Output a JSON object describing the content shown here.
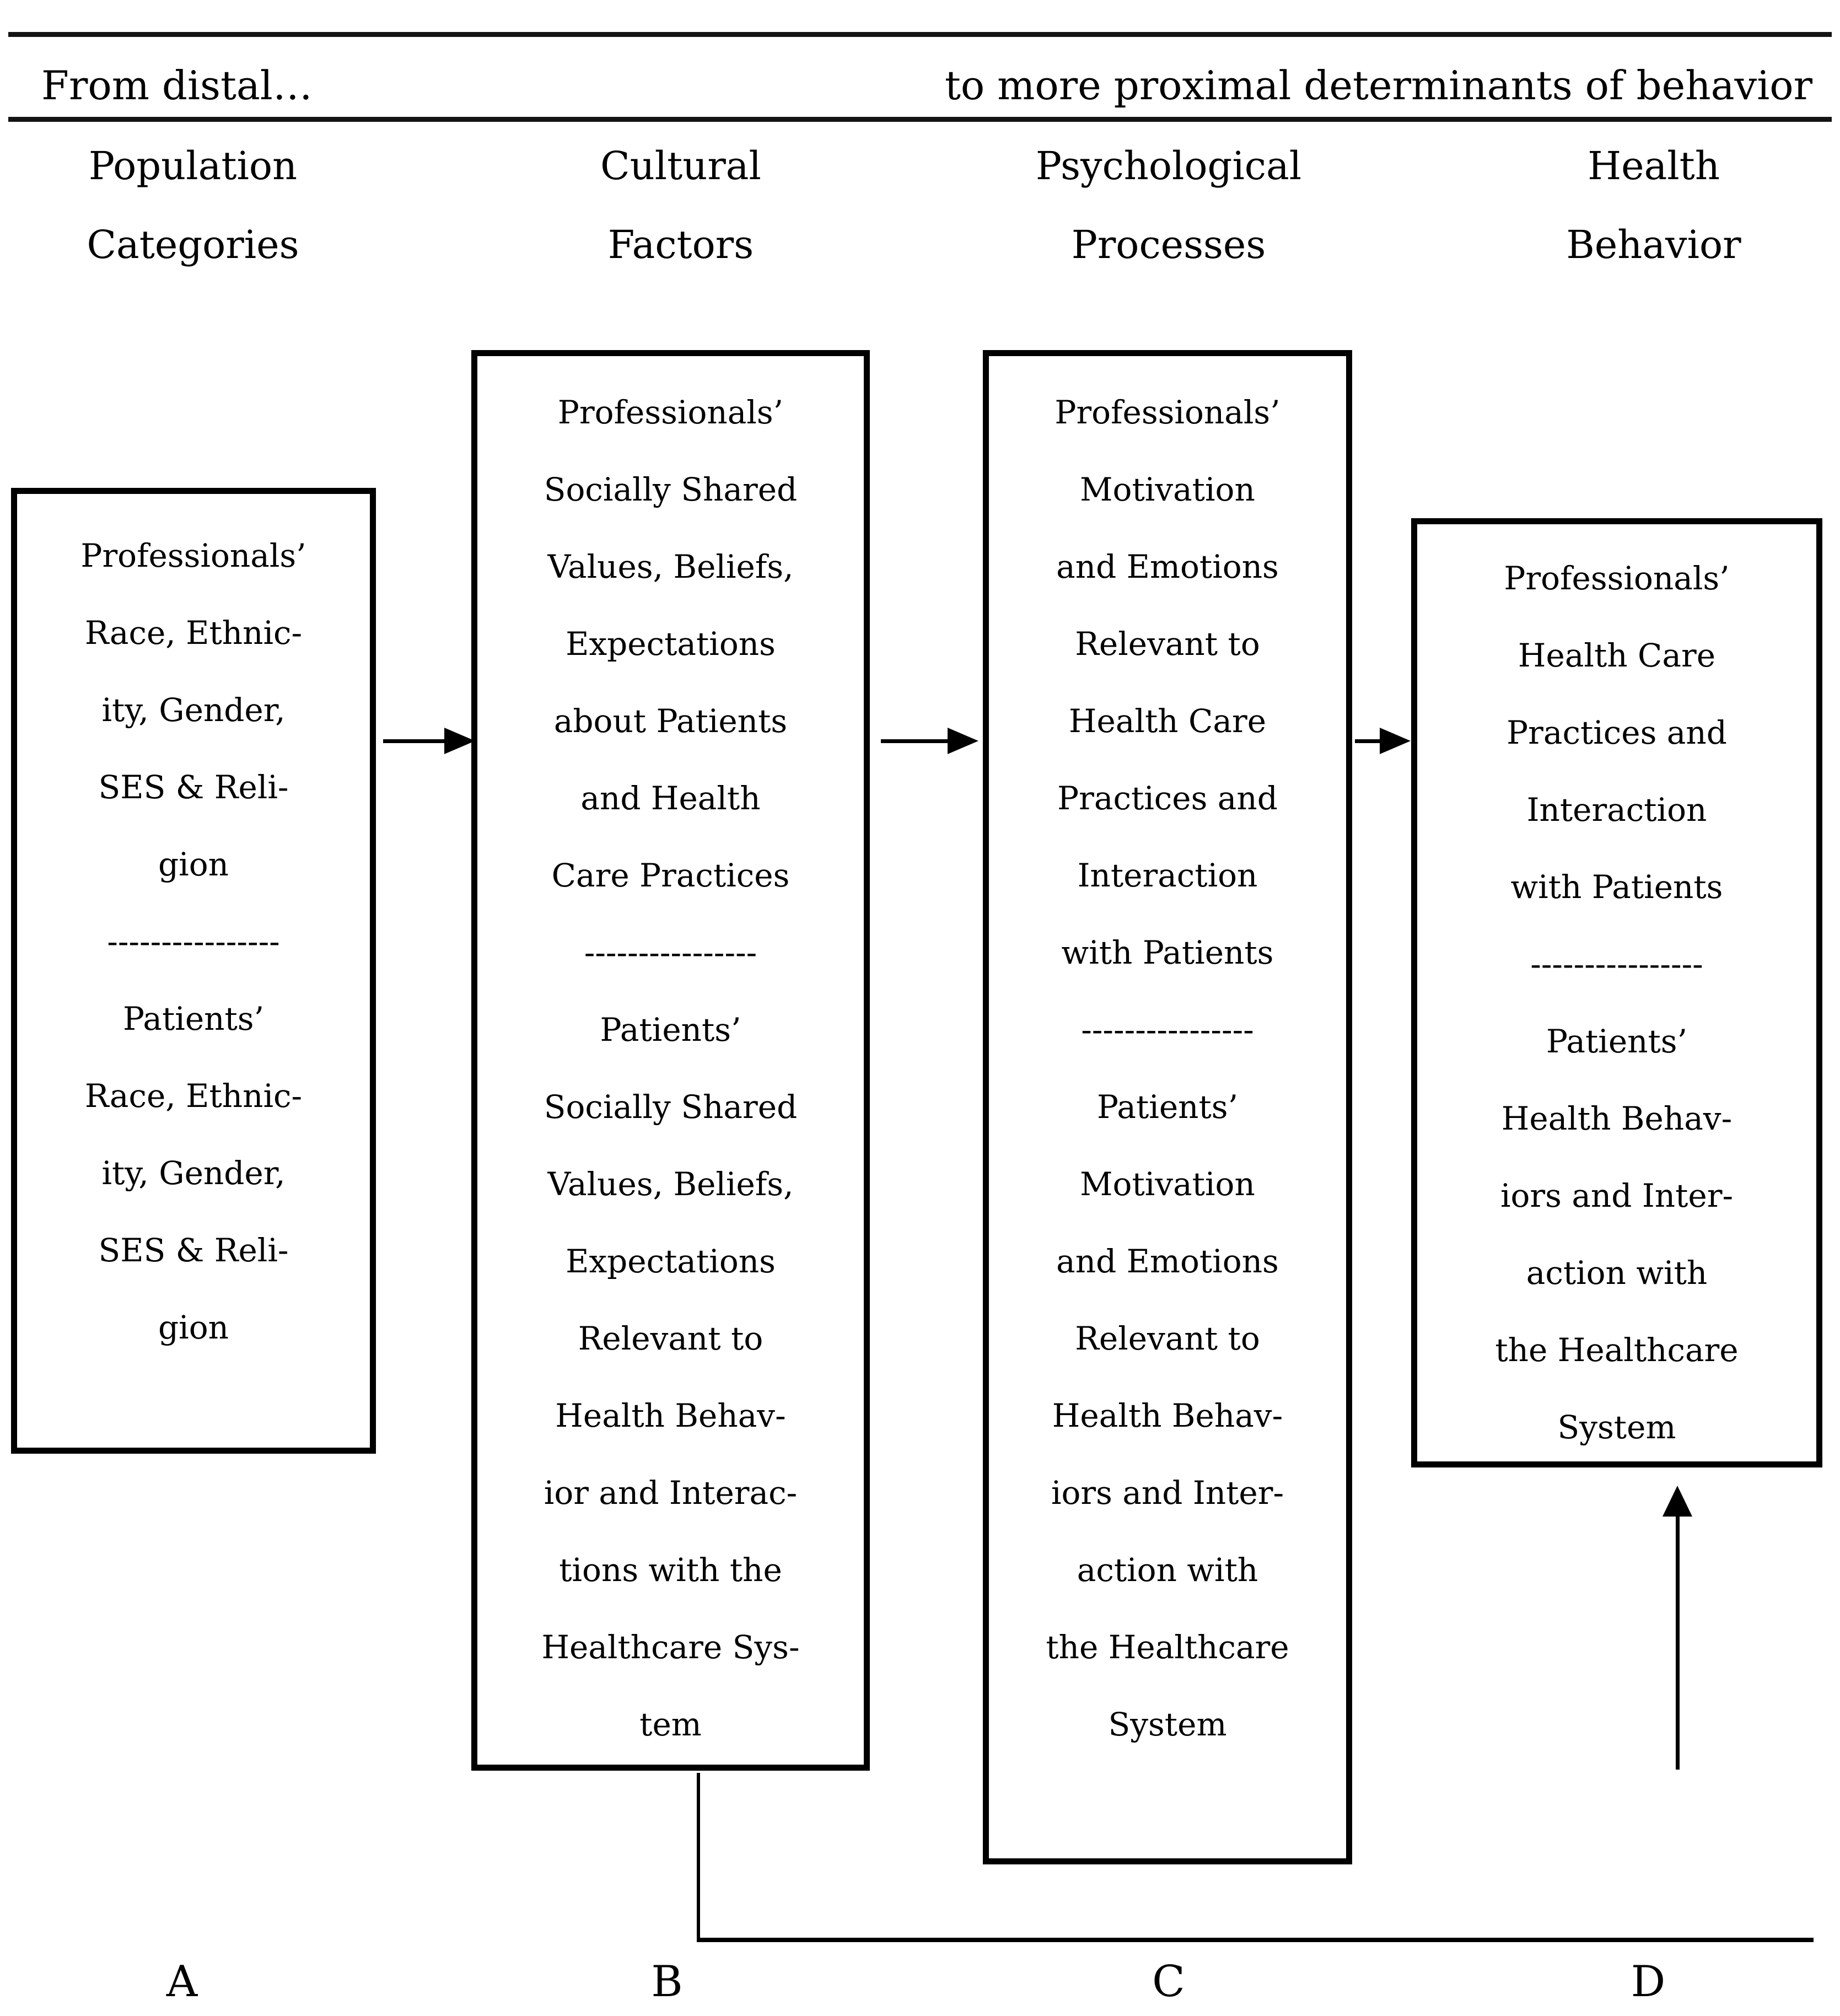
{
  "header": {
    "left": "From distal…",
    "right": "to more proximal determinants of behavior"
  },
  "column_headers": [
    {
      "line1": "Population",
      "line2": "Categories"
    },
    {
      "line1": "Cultural",
      "line2": "Factors"
    },
    {
      "line1": "Psychological",
      "line2": "Processes"
    },
    {
      "line1": "Health",
      "line2": "Behavior"
    }
  ],
  "boxes": {
    "a": {
      "lines": [
        "Professionals’",
        "Race, Ethnic-",
        "ity, Gender,",
        "SES & Reli-",
        "gion",
        "----------------",
        "Patients’",
        "Race, Ethnic-",
        "ity, Gender,",
        "SES & Reli-",
        "gion"
      ]
    },
    "b": {
      "lines": [
        "Professionals’",
        "Socially Shared",
        "Values, Beliefs,",
        "Expectations",
        "about Patients",
        "and Health",
        "Care Practices",
        "----------------",
        "Patients’",
        "Socially Shared",
        "Values, Beliefs,",
        "Expectations",
        "Relevant to",
        "Health Behav-",
        "ior and Interac-",
        "tions with the",
        "Healthcare Sys-",
        "tem"
      ]
    },
    "c": {
      "lines": [
        "Professionals’",
        "Motivation",
        "and Emotions",
        "Relevant to",
        "Health Care",
        "Practices and",
        "Interaction",
        "with Patients",
        "----------------",
        "Patients’",
        "Motivation",
        "and Emotions",
        "Relevant to",
        "Health Behav-",
        "iors and Inter-",
        "action with",
        "the Healthcare",
        "System"
      ]
    },
    "d": {
      "lines": [
        "Professionals’",
        "Health Care",
        "Practices and",
        "Interaction",
        "with Patients",
        "----------------",
        "Patients’",
        "Health Behav-",
        "iors and Inter-",
        "action with",
        "the Healthcare",
        "System"
      ]
    }
  },
  "letters": [
    "A",
    "B",
    "C",
    "D"
  ],
  "colors": {
    "ink": "#000000",
    "background": "#ffffff"
  }
}
